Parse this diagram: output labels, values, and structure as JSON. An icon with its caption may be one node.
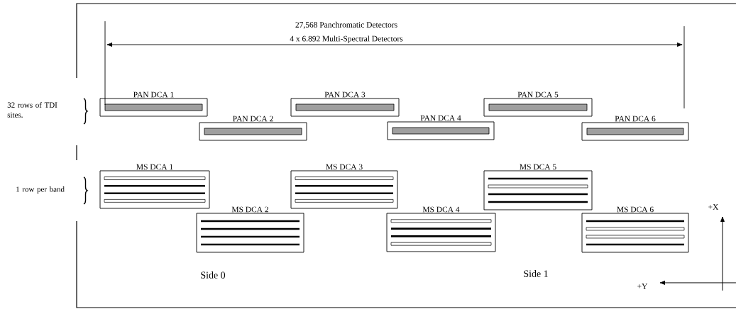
{
  "diagram": {
    "nodes": [
      {
        "text": [
          "PAN DCA 1"
        ]
      },
      {
        "text": [
          "PAN DCA 2"
        ]
      },
      {
        "text": [
          "PAN DCA 3"
        ]
      },
      {
        "text": [
          "PAN DCA 4"
        ]
      },
      {
        "text": [
          "PAN DCA 5"
        ]
      },
      {
        "text": [
          "PAN DCA 6"
        ]
      },
      {
        "text": [
          "MS DCA 1"
        ]
      },
      {
        "text": [
          "MS DCA 2"
        ]
      },
      {
        "text": [
          "MS DCA 3"
        ]
      },
      {
        "text": [
          "MS DCA 4"
        ]
      },
      {
        "text": [
          "MS DCA 5"
        ]
      },
      {
        "text": [
          "MS DCA 6"
        ]
      }
    ],
    "labels": [
      "27,568 Panchromatic Detectors",
      "4 x 6.892 Multi-Spectral Detectors",
      "32 rows of TDI sites.",
      "1 row per band",
      "Side 0",
      "Side 1",
      "+X",
      "+Y"
    ]
  }
}
